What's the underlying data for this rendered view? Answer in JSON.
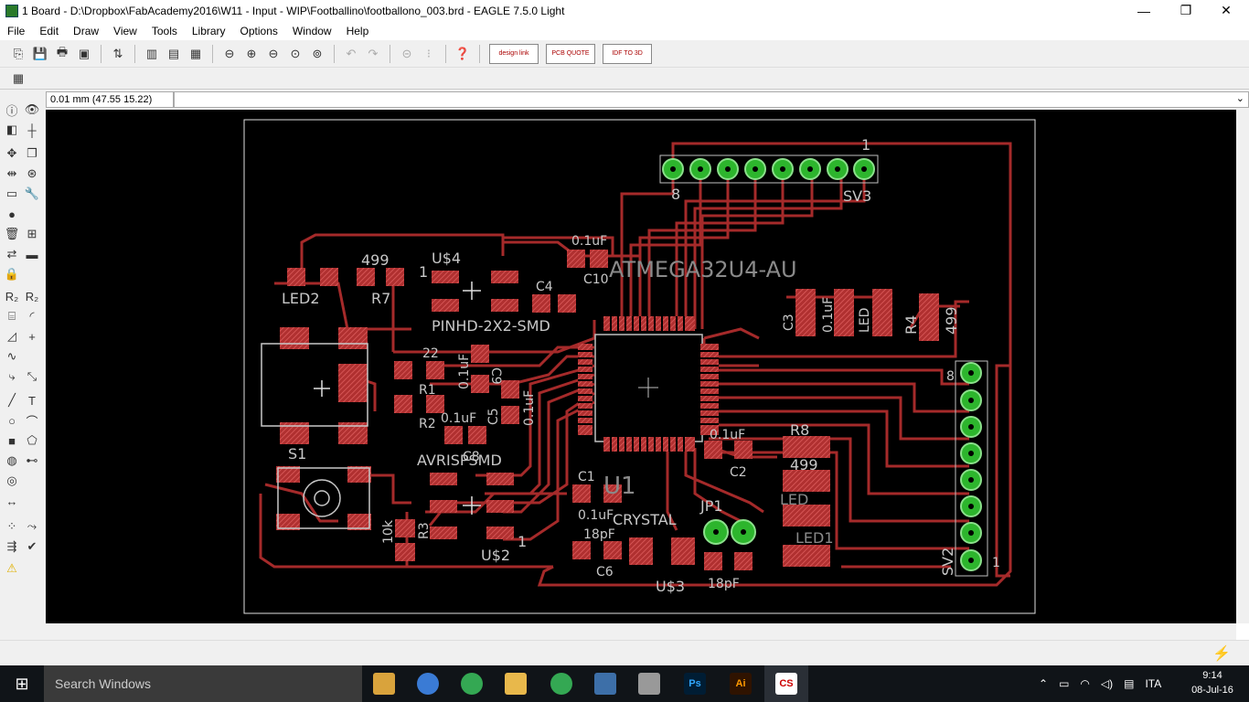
{
  "window": {
    "title": "1 Board - D:\\Dropbox\\FabAcademy2016\\W11 - Input - WIP\\Footballino\\footballono_003.brd - EAGLE 7.5.0 Light",
    "minimize": "—",
    "restore": "❐",
    "close": "✕"
  },
  "menu": [
    "File",
    "Edit",
    "Draw",
    "View",
    "Tools",
    "Library",
    "Options",
    "Window",
    "Help"
  ],
  "toolbar": {
    "design_link": "design link",
    "pcb_quote": "PCB QUOTE",
    "idf_to_3d": "IDF TO 3D"
  },
  "coord": {
    "value": "0.01 mm (47.55 15.22)"
  },
  "board": {
    "labels": {
      "sv3_pin1": "1",
      "sv3_pin8": "8",
      "sv3_name": "SV3",
      "c10_value": "0.1uF",
      "c10_name": "C10",
      "atmega": "ATMEGA32U4-AU",
      "led2": "LED2",
      "r7_value": "499",
      "r7_name": "R7",
      "u4": "U$4",
      "u4_pin1": "1",
      "pinhd": "PINHD-2X2-SMD",
      "c4": "C4",
      "c3": "C3",
      "c3_value": "0.1uF",
      "led_vert": "LED",
      "r4": "R4",
      "r4_value": "499",
      "sv2_pin8": "8",
      "sv2_pin1": "1",
      "sv2_name": "SV2",
      "r22": "22",
      "r1": "R1",
      "r2": "R2",
      "c9": "C9",
      "c9_value": "0.1uF",
      "c5": "C5",
      "c5_value": "0.1uF",
      "s1": "S1",
      "c8_value": "0.1uF",
      "avrispsmd": "AVRISPSMD",
      "c8_name": "C8",
      "u1": "U1",
      "c1": "C1",
      "c1_value": "0.1uF",
      "c2_value": "0.1uF",
      "c2_name": "C2",
      "r8": "R8",
      "r8_value": "499",
      "led_row": "LED",
      "led1": "LED1",
      "jp1": "JP1",
      "crystal": "CRYSTAL",
      "c6_value": "18pF",
      "c6": "C6",
      "u3": "U$3",
      "c7_value": "18pF",
      "r10k": "10k",
      "r3": "R3",
      "u2": "U$2",
      "u2_pin1": "1"
    }
  },
  "taskbar": {
    "search": "Search Windows",
    "language": "ITA",
    "time": "9:14",
    "date": "08-Jul-16",
    "apps": [
      {
        "name": "file-explorer",
        "label": "",
        "color": "#d9a33c"
      },
      {
        "name": "ie",
        "label": "",
        "color": "#3a7bd5"
      },
      {
        "name": "chrome",
        "label": "",
        "color": "#34a853"
      },
      {
        "name": "folder",
        "label": "",
        "color": "#e8b84b"
      },
      {
        "name": "chrome2",
        "label": "",
        "color": "#34a853"
      },
      {
        "name": "blocks-app",
        "label": "",
        "color": "#3d6fa8"
      },
      {
        "name": "scanner",
        "label": "",
        "color": "#999999"
      },
      {
        "name": "photoshop",
        "label": "Ps",
        "color": "#001d34"
      },
      {
        "name": "illustrator",
        "label": "Ai",
        "color": "#2f1300"
      },
      {
        "name": "eagle",
        "label": "CS",
        "color": "#ffffff"
      }
    ]
  },
  "colors": {
    "trace": "#a52a2a",
    "pad": "#b54a4a",
    "via": "#2db52d",
    "silk": "#c8c8c8",
    "outline": "#e8e8e8",
    "canvas": "#000000"
  }
}
